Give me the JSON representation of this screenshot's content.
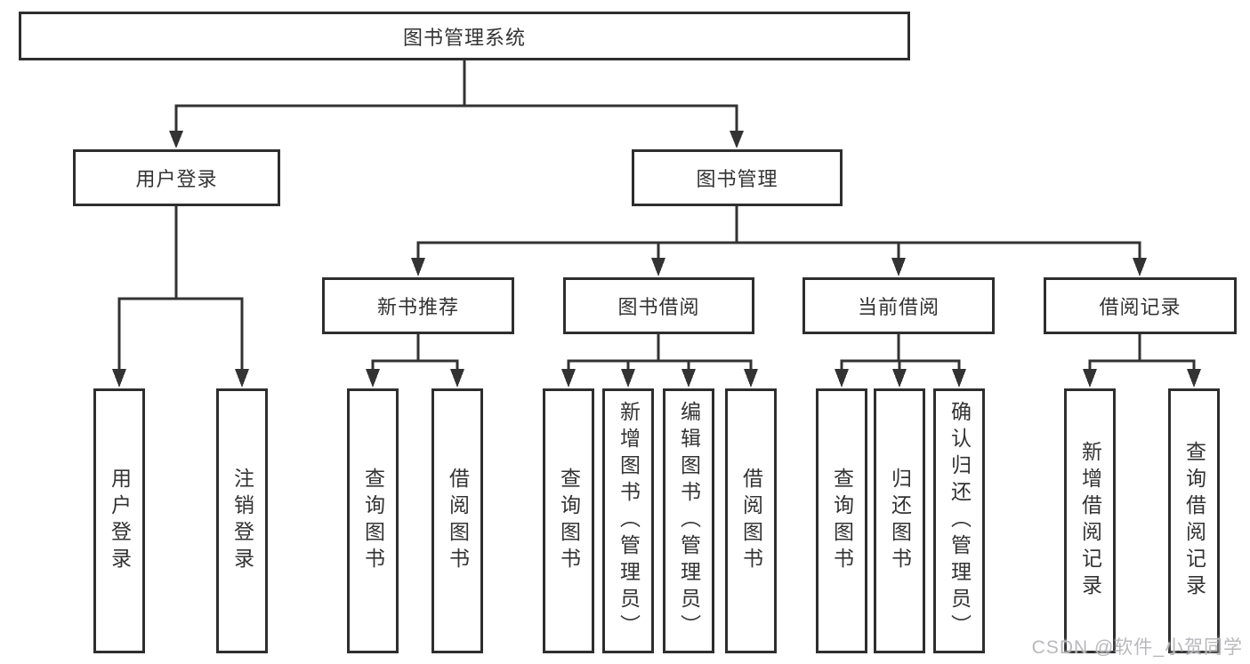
{
  "diagram": {
    "title": "图书管理系统",
    "watermark": "CSDN @软件_小贺同学",
    "colors": {
      "line": "#333333",
      "box_border": "#2e2e2e",
      "text": "#333333",
      "watermark": "#b9b9bd",
      "background": "#ffffff"
    },
    "nodes": {
      "root": {
        "label": "图书管理系统"
      },
      "login": {
        "label": "用户登录"
      },
      "mgmt": {
        "label": "图书管理"
      },
      "login_user": {
        "label": "用户登录"
      },
      "login_logout": {
        "label": "注销登录"
      },
      "rec": {
        "label": "新书推荐"
      },
      "rec_query": {
        "label": "查询图书"
      },
      "rec_borrow": {
        "label": "借阅图书"
      },
      "borrow": {
        "label": "图书借阅"
      },
      "borrow_query": {
        "label": "查询图书"
      },
      "borrow_add": {
        "label": "新增图书（管理员）"
      },
      "borrow_edit": {
        "label": "编辑图书（管理员）"
      },
      "borrow_leaf": {
        "label": "借阅图书"
      },
      "current": {
        "label": "当前借阅"
      },
      "current_query": {
        "label": "查询图书"
      },
      "current_return": {
        "label": "归还图书"
      },
      "current_confirm": {
        "label": "确认归还（管理员）"
      },
      "records": {
        "label": "借阅记录"
      },
      "records_add": {
        "label": "新增借阅记录"
      },
      "records_query": {
        "label": "查询借阅记录"
      }
    },
    "edges": [
      {
        "from": "root",
        "to": "login"
      },
      {
        "from": "root",
        "to": "mgmt"
      },
      {
        "from": "login",
        "to": "login_user"
      },
      {
        "from": "login",
        "to": "login_logout"
      },
      {
        "from": "mgmt",
        "to": "rec"
      },
      {
        "from": "mgmt",
        "to": "borrow"
      },
      {
        "from": "mgmt",
        "to": "current"
      },
      {
        "from": "mgmt",
        "to": "records"
      },
      {
        "from": "rec",
        "to": "rec_query"
      },
      {
        "from": "rec",
        "to": "rec_borrow"
      },
      {
        "from": "borrow",
        "to": "borrow_query"
      },
      {
        "from": "borrow",
        "to": "borrow_add"
      },
      {
        "from": "borrow",
        "to": "borrow_edit"
      },
      {
        "from": "borrow",
        "to": "borrow_leaf"
      },
      {
        "from": "current",
        "to": "current_query"
      },
      {
        "from": "current",
        "to": "current_return"
      },
      {
        "from": "current",
        "to": "current_confirm"
      },
      {
        "from": "records",
        "to": "records_add"
      },
      {
        "from": "records",
        "to": "records_query"
      }
    ]
  }
}
